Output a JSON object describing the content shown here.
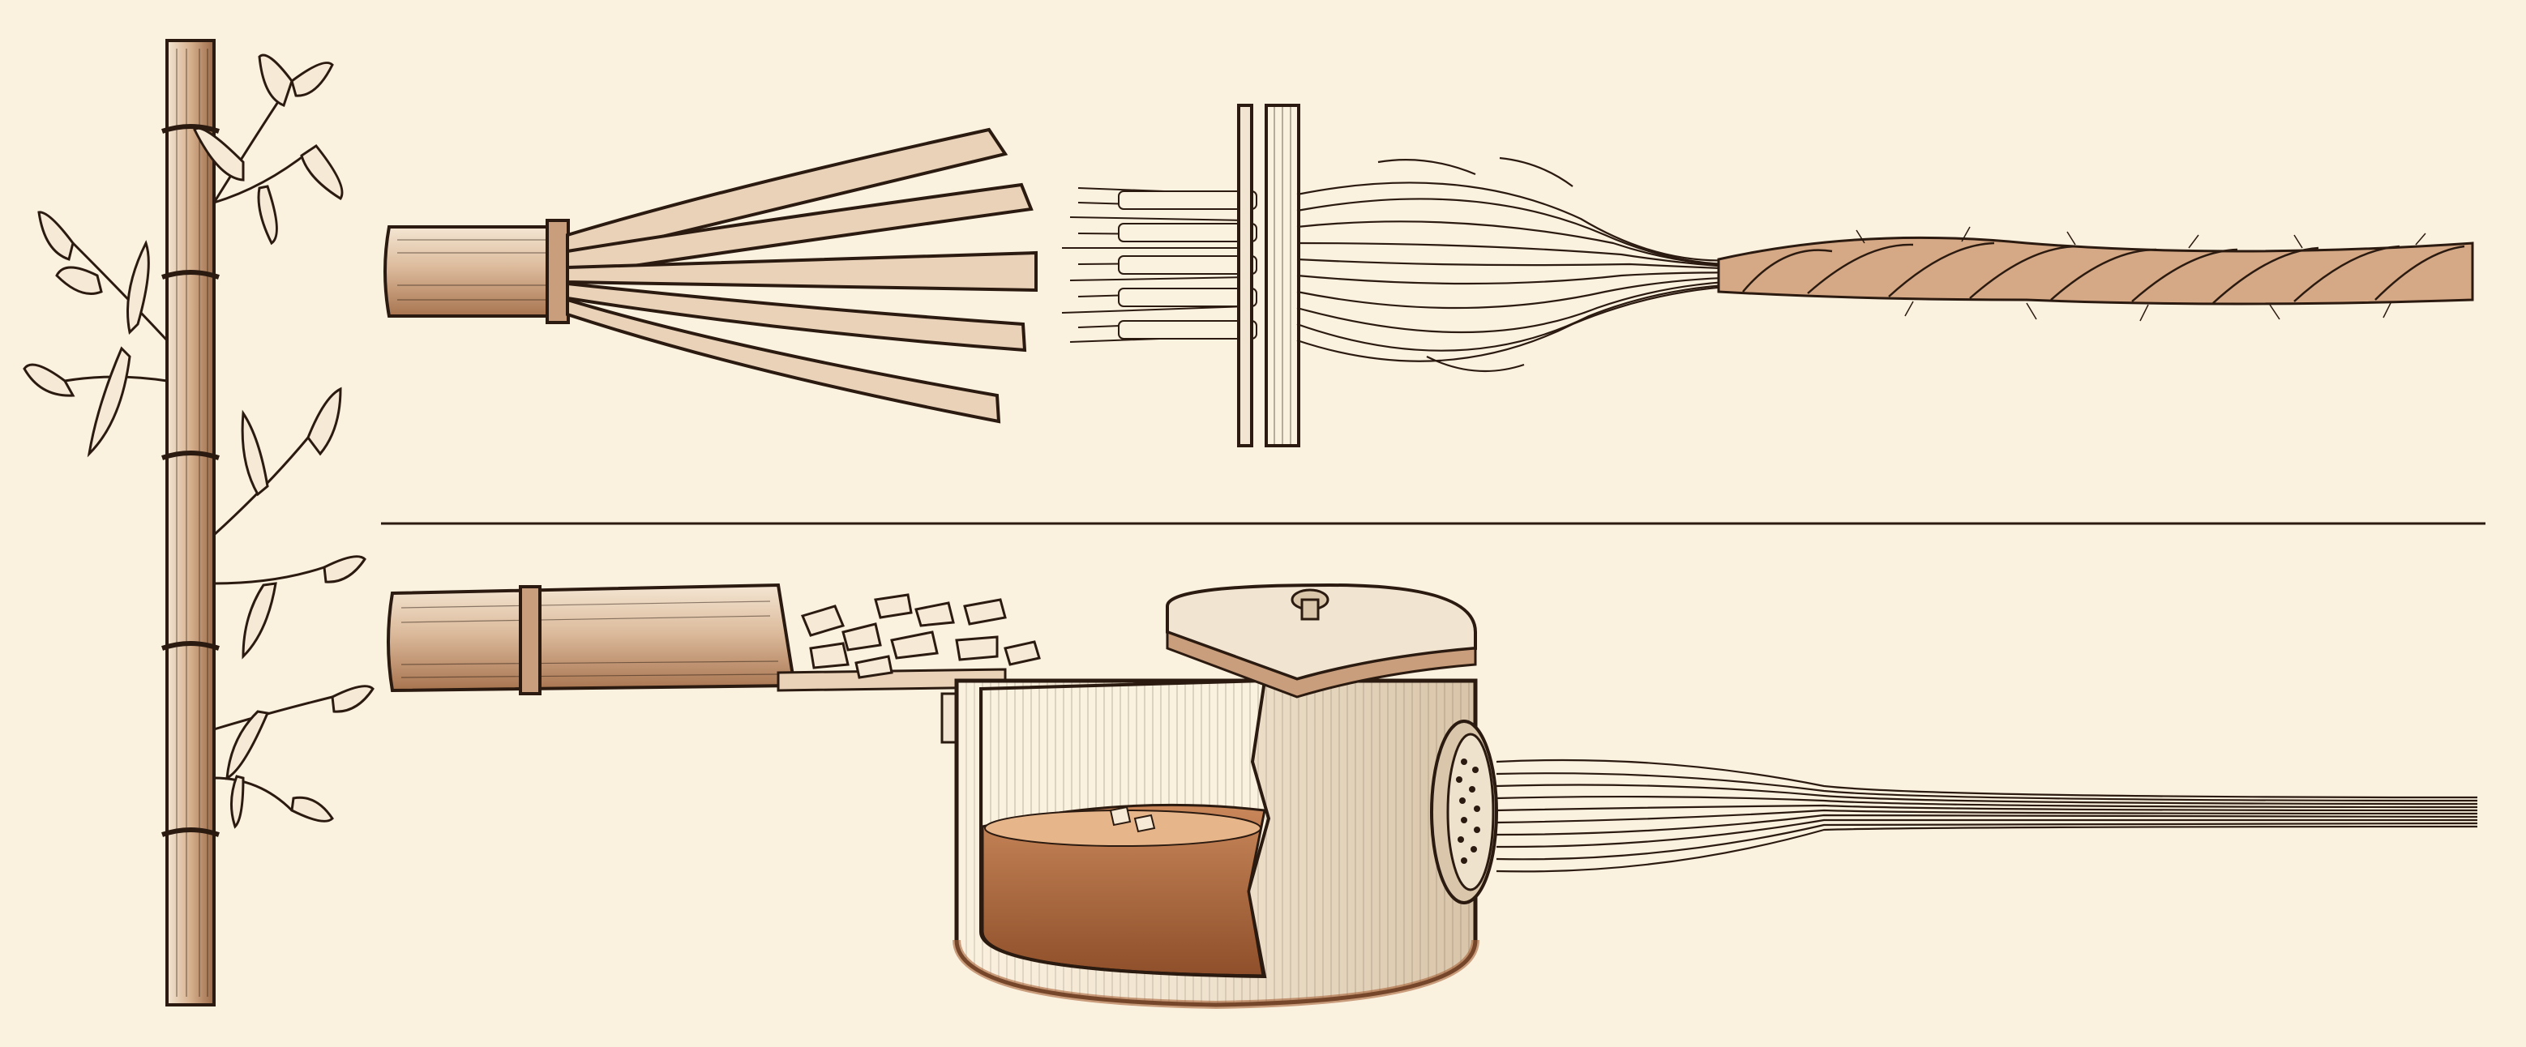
{
  "palette": {
    "paper": "#fbf1df",
    "ink": "#2a1a10",
    "bamboo_light": "#ecd8c1",
    "bamboo_mid": "#c99e7c",
    "bamboo_dark": "#9b6a48",
    "liquor": "#a8643a",
    "liquor_light": "#dfa77d",
    "metal": "#f1e5d2",
    "metal_shade": "#d9c6ab"
  },
  "figures": {
    "bamboo_plant": {
      "icon": "bamboo-stalk-with-leaves"
    },
    "mechanical_route": {
      "steps": [
        "bamboo-culm",
        "split-strips",
        "combing-comb",
        "loose-fibers",
        "twisted-yarn"
      ]
    },
    "chemical_route": {
      "steps": [
        "bamboo-culm",
        "wood-chips",
        "dissolving-vessel",
        "spinneret",
        "regenerated-filaments"
      ]
    }
  }
}
